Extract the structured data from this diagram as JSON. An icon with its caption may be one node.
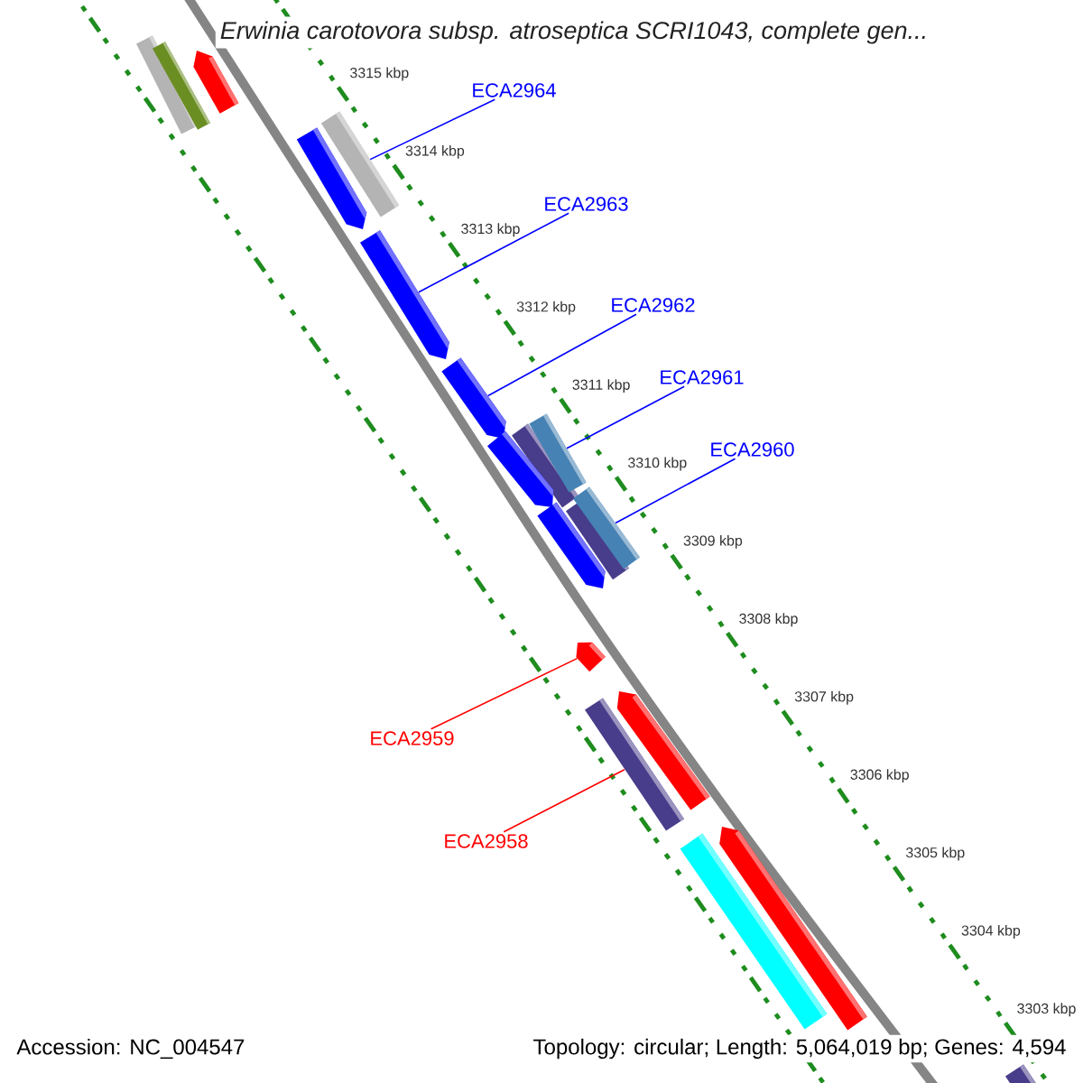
{
  "diagram": {
    "title": "Erwinia carotovora subsp. atroseptica SCRI1043, complete gen...",
    "nodes": [
      {
        "text": [
          "ECA2964"
        ]
      },
      {
        "text": [
          "ECA2963"
        ]
      },
      {
        "text": [
          "ECA2962"
        ]
      },
      {
        "text": [
          "ECA2961"
        ]
      },
      {
        "text": [
          "ECA2960"
        ]
      },
      {
        "text": [
          "ECA2959"
        ]
      },
      {
        "text": [
          "ECA2958"
        ]
      },
      {
        "text": [],
        "shape": "pentagon"
      },
      {
        "text": [],
        "shape": "bar"
      },
      {
        "text": [],
        "shape": "bar"
      },
      {
        "text": [],
        "shape": "bar"
      },
      {
        "text": [],
        "shape": "pentagon"
      },
      {
        "text": [],
        "shape": "pentagon"
      },
      {
        "text": [],
        "shape": "pentagon"
      },
      {
        "text": [],
        "shape": "bar"
      },
      {
        "text": [],
        "shape": "bar"
      },
      {
        "text": [],
        "shape": "pentagon"
      },
      {
        "text": [],
        "shape": "bar"
      },
      {
        "text": [],
        "shape": "bar"
      },
      {
        "text": [],
        "shape": "pentagon"
      },
      {
        "text": [],
        "shape": "pentagon"
      },
      {
        "text": [],
        "shape": "pentagon"
      },
      {
        "text": [],
        "shape": "bar"
      },
      {
        "text": [],
        "shape": "pentagon"
      },
      {
        "text": [],
        "shape": "bar"
      },
      {
        "text": [],
        "shape": "bar"
      }
    ],
    "edges": [
      {
        "from": 0,
        "to": 10,
        "arrow": "none"
      },
      {
        "from": 1,
        "to": 12,
        "arrow": "none"
      },
      {
        "from": 2,
        "to": 13,
        "arrow": "none"
      },
      {
        "from": 3,
        "to": 14,
        "arrow": "none"
      },
      {
        "from": 4,
        "to": 17,
        "arrow": "none"
      },
      {
        "from": 5,
        "to": 20,
        "arrow": "none",
        "color": "#ff0000"
      },
      {
        "from": 6,
        "to": 22,
        "arrow": "none",
        "color": "#ff0000"
      }
    ],
    "labels": [
      "3315 kbp",
      "3314 kbp",
      "3313 kbp",
      "3312 kbp",
      "3311 kbp",
      "3310 kbp",
      "3309 kbp",
      "3308 kbp",
      "3307 kbp",
      "3306 kbp",
      "3305 kbp",
      "3304 kbp",
      "3303 kbp",
      "Accession: NC_004547",
      "Topology: circular; Length: 5,064,019 bp; Genes: 4,594"
    ]
  }
}
